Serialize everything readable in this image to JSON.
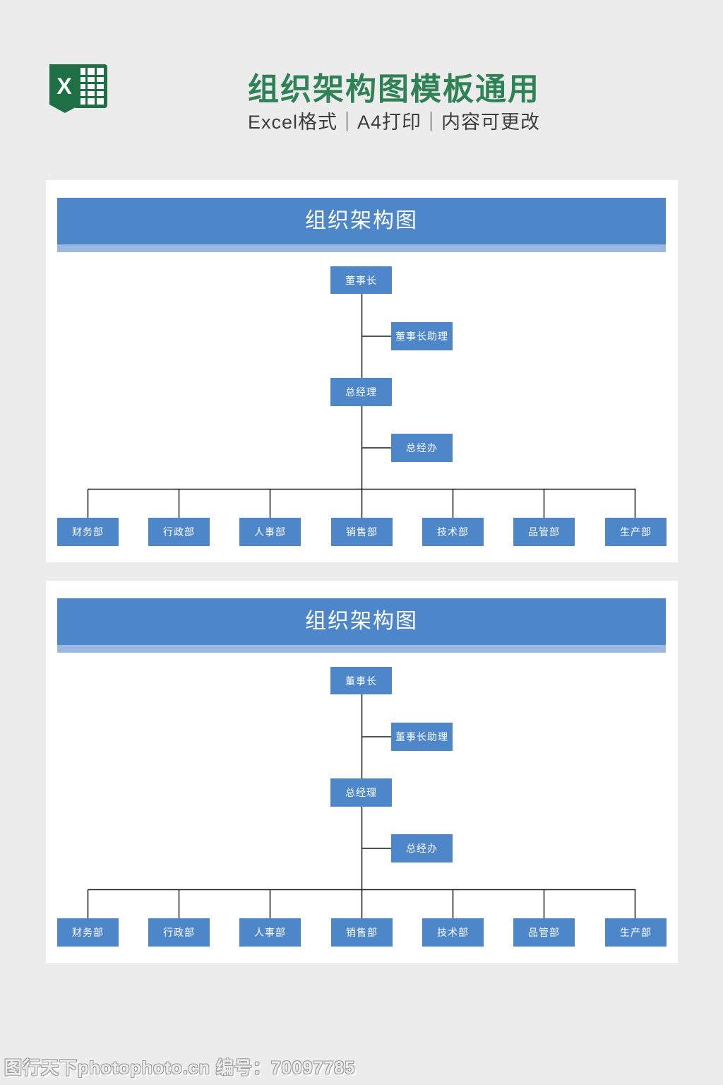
{
  "header": {
    "title": "组织架构图模板通用",
    "subtitle": "Excel格式｜A4打印｜内容可更改",
    "title_color": "#2e8255",
    "icon": "excel-icon",
    "icon_letter": "X"
  },
  "colors": {
    "page_background": "#ececec",
    "panel_background": "#ffffff",
    "box_blue": "#4e86ca",
    "banner_strip_blue": "#9ab8e2",
    "connector_line": "#1a1a1a",
    "excel_green_dark": "#1e6f44",
    "watermark_gray": "#9b9b9b"
  },
  "panels": [
    {
      "banner": "组织架构图",
      "chairman": "董事长",
      "chairman_assistant": "董事长助理",
      "general_manager": "总经理",
      "gm_office": "总经办",
      "departments": [
        "财务部",
        "行政部",
        "人事部",
        "销售部",
        "技术部",
        "品管部",
        "生产部"
      ]
    },
    {
      "banner": "组织架构图",
      "chairman": "董事长",
      "chairman_assistant": "董事长助理",
      "general_manager": "总经理",
      "gm_office": "总经办",
      "departments": [
        "财务部",
        "行政部",
        "人事部",
        "销售部",
        "技术部",
        "品管部",
        "生产部"
      ]
    }
  ],
  "footer": {
    "watermark": "图行天下photophoto.cn 编号：70097785"
  }
}
